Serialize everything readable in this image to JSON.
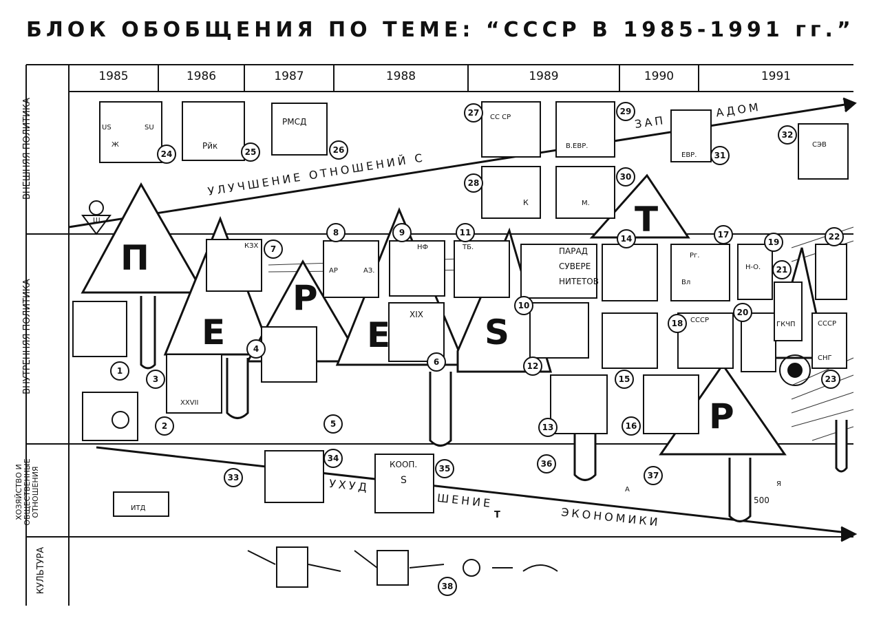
{
  "title": "БЛОК ОБОБЩЕНИЯ ПО ТЕМЕ: “СССР В 1985-1991 гг.”",
  "years": [
    "1985",
    "1986",
    "1987",
    "1988",
    "1989",
    "1990",
    "1991"
  ],
  "rows": {
    "foreign": "ВНЕШНЯЯ ПОЛИТИКА",
    "domestic": "ВНУТРЕННЯЯ ПОЛИТИКА",
    "economy": [
      "ХОЗЯЙСТВО И",
      "ОБЩЕСТВЕННЫЕ",
      "ОТНОШЕНИЯ"
    ],
    "culture": "КУЛЬТУРА"
  },
  "flows": {
    "improve": "УЛУЧШЕНИЕ ОТНОШЕНИЙ С",
    "west_a": "ЗАП",
    "west_b": "АДОМ",
    "worse_a": "УХУД",
    "worse_b": "ШЕНИЕ",
    "economy": "ЭКОНОМИКИ"
  },
  "perestroika_letters": [
    "П",
    "Е",
    "Р",
    "Е",
    "S",
    "Т",
    "Р"
  ],
  "numbers": [
    "1",
    "2",
    "3",
    "4",
    "5",
    "6",
    "7",
    "8",
    "9",
    "10",
    "11",
    "12",
    "13",
    "14",
    "15",
    "16",
    "17",
    "18",
    "19",
    "20",
    "21",
    "22",
    "23",
    "24",
    "25",
    "26",
    "27",
    "28",
    "29",
    "30",
    "31",
    "32",
    "33",
    "34",
    "35",
    "36",
    "37",
    "38"
  ],
  "card_texts": {
    "rik": "Рйк",
    "zh": "Ж",
    "rmsd": "РМСД",
    "vevr": "В.ЕВР.",
    "evr": "ЕВР.",
    "sev": "СЭВ",
    "kzh": "КЗХ",
    "ar": "АР",
    "az": "АЗ.",
    "nf": "НФ",
    "tb": "ТБ.",
    "parad": "ПАРАД",
    "suvere": "СУВЕРЕ",
    "nitetov": "НИТЕТОВ",
    "rg": "Рг.",
    "vl": "Вл",
    "ho": "Н-О.",
    "gkchp": "ГКЧП",
    "sssr": "СССР",
    "sng": "СНГ",
    "xix": "XIX",
    "xxvii": "XXVII",
    "itd": "ИТД",
    "koop": "КООП.",
    "s": "S",
    "k": "К",
    "m": "М.",
    "t": "Т",
    "n500": "500",
    "ya": "Я",
    "a": "А",
    "us": "US",
    "su": "SU",
    "sh": "Ш",
    "ss_sr": "СС СР"
  },
  "colors": {
    "ink": "#111111",
    "paper": "#ffffff"
  }
}
